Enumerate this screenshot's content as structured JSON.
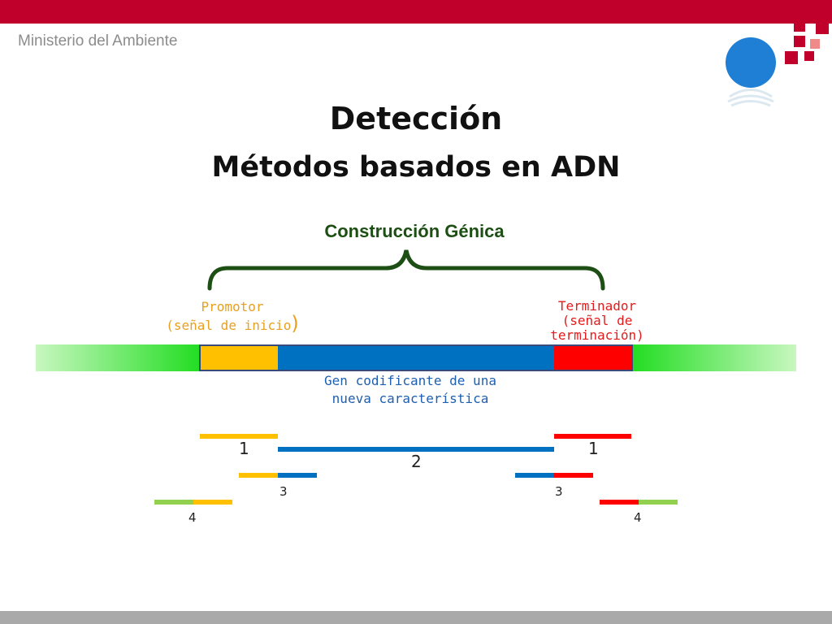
{
  "header": {
    "ministry": "Ministerio del Ambiente"
  },
  "slide": {
    "title": "Detección",
    "subtitle": "Métodos basados en ADN"
  },
  "diagram": {
    "construct_label": "Construcción Génica",
    "promoter_line1": "Promotor",
    "promoter_line2": "(señal de inicio",
    "promoter_paren": ")",
    "terminator_line1": "Terminador",
    "terminator_line2": "(señal de",
    "terminator_line3": "terminación)",
    "gene_line1": "Gen codificante de una",
    "gene_line2": "nueva característica",
    "primer_labels": {
      "left_1": "1",
      "right_1": "1",
      "center_2": "2",
      "left_3": "3",
      "right_3": "3",
      "left_4": "4",
      "right_4": "4"
    },
    "colors": {
      "promoter": "#ffc000",
      "coding_gene": "#0070c0",
      "terminator": "#ff0000",
      "flanking_dna": "#33dd33",
      "primer_flank": "#92d050",
      "brace": "#1d4e14",
      "top_bar": "#c0002b",
      "logo_circle": "#1f7fd4"
    }
  }
}
